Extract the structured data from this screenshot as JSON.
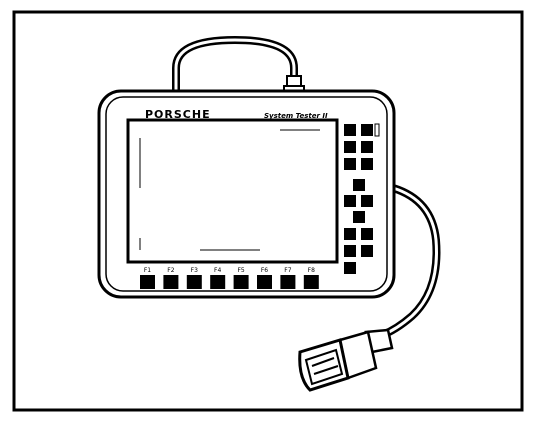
{
  "device": {
    "brand_logo_text": "PORSCHE",
    "model_text": "System Tester II"
  },
  "function_keys": {
    "labels": [
      "F1",
      "F2",
      "F3",
      "F4",
      "F5",
      "F6",
      "F7",
      "F8"
    ]
  },
  "colors": {
    "line": "#000000",
    "background": "#ffffff"
  }
}
